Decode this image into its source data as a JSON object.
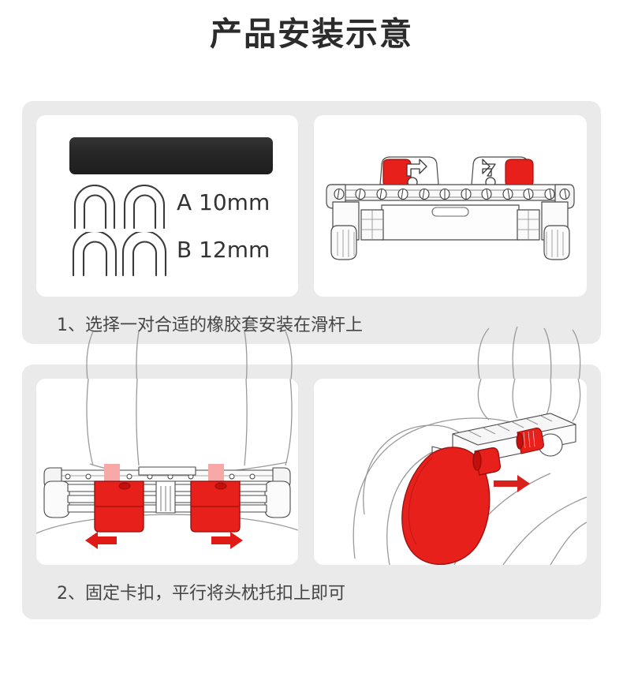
{
  "page": {
    "title": "产品安装示意",
    "background": "#ffffff",
    "card_background": "#eaeaea",
    "panel_background": "#ffffff"
  },
  "colors": {
    "accent_red": "#e8201c",
    "accent_red_dark": "#c4100c",
    "accent_pink": "#f6a9a6",
    "rubber_black": "#262626",
    "line_gray": "#8a8a8a",
    "text_dark": "#2b2b2b",
    "caption_gray": "#454545"
  },
  "steps": [
    {
      "index": "1",
      "caption": "1、选择一对合适的橡胶套安装在滑杆上",
      "panels": [
        {
          "id": "panel-1",
          "name": "rubber-sleeve-options",
          "parts": {
            "rubber_bar_label": "rubber-pad",
            "options": [
              {
                "code": "A",
                "size": "10mm",
                "label": "A  10mm",
                "count": 2
              },
              {
                "code": "B",
                "size": "12mm",
                "label": "B  12mm",
                "count": 2
              }
            ]
          }
        },
        {
          "id": "panel-2",
          "name": "bracket-front-view",
          "parts": {
            "rail_teeth": 13,
            "clamp_count": 2,
            "clamp_color": "#e8201c",
            "knob_count": 2
          }
        }
      ]
    },
    {
      "index": "2",
      "caption": "2、固定卡扣，平行将头枕托扣上即可",
      "panels": [
        {
          "id": "panel-3",
          "name": "bracket-on-seat-rear-view",
          "parts": {
            "clamp_count": 2,
            "clamp_color": "#e8201c",
            "tab_color": "#f6a9a6",
            "arrows": [
              {
                "direction": "left"
              },
              {
                "direction": "right"
              }
            ]
          }
        },
        {
          "id": "panel-4",
          "name": "headrest-pillow-attach-view",
          "parts": {
            "pillow_color": "#e8201c",
            "arrow_direction": "right",
            "arrow_color": "#d8201c"
          }
        }
      ]
    }
  ]
}
